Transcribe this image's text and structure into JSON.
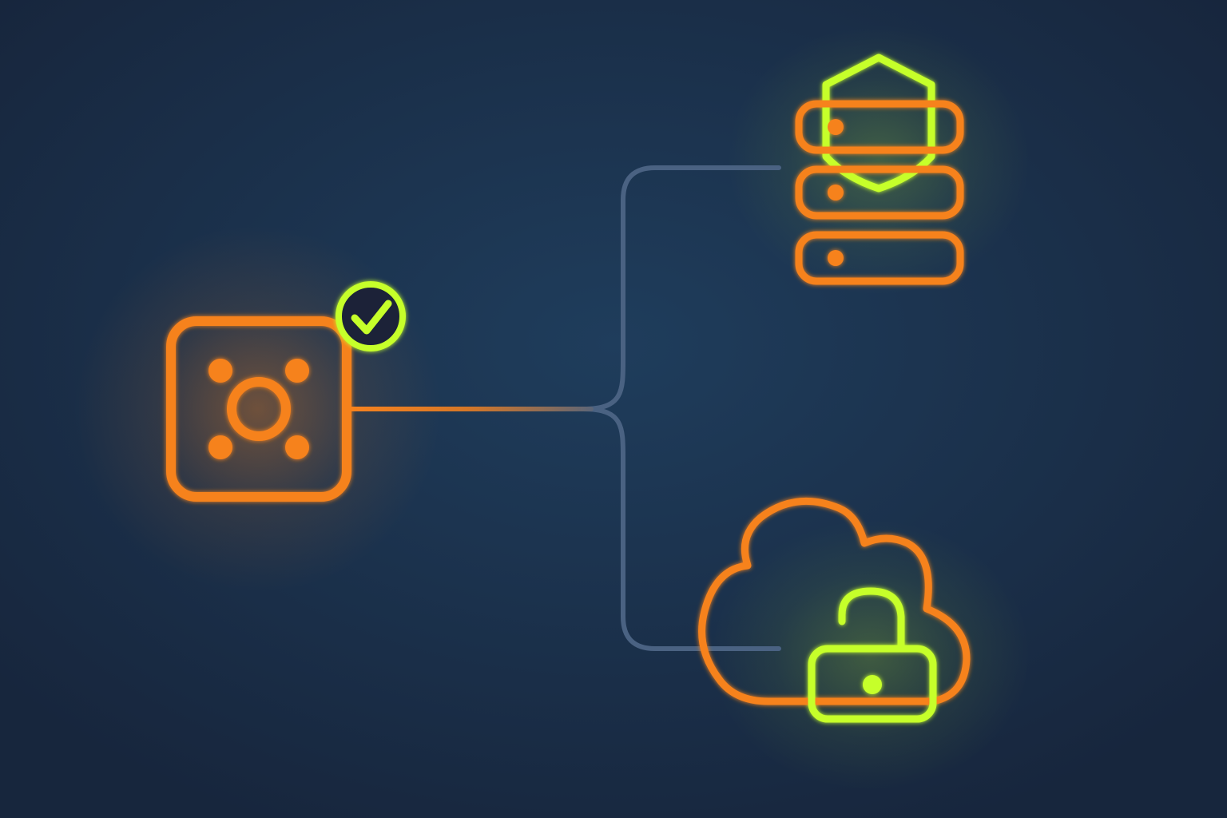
{
  "colors": {
    "background": "#1b2c45",
    "background_glow": "#1f3d5c",
    "accent_orange": "#f6821f",
    "accent_lime": "#c6ff29",
    "connector": "#4a6282",
    "badge_fill": "#1a2438"
  },
  "nodes": {
    "source": {
      "icon": "device-hub-icon",
      "status": "verified",
      "badge_icon": "check-circle-icon"
    },
    "database": {
      "icon": "server-stack-icon",
      "overlay_icon": "shield-icon"
    },
    "cloud": {
      "icon": "cloud-icon",
      "overlay_icon": "unlocked-padlock-icon"
    }
  },
  "edges": [
    {
      "from": "source",
      "to": "database"
    },
    {
      "from": "source",
      "to": "cloud"
    }
  ]
}
